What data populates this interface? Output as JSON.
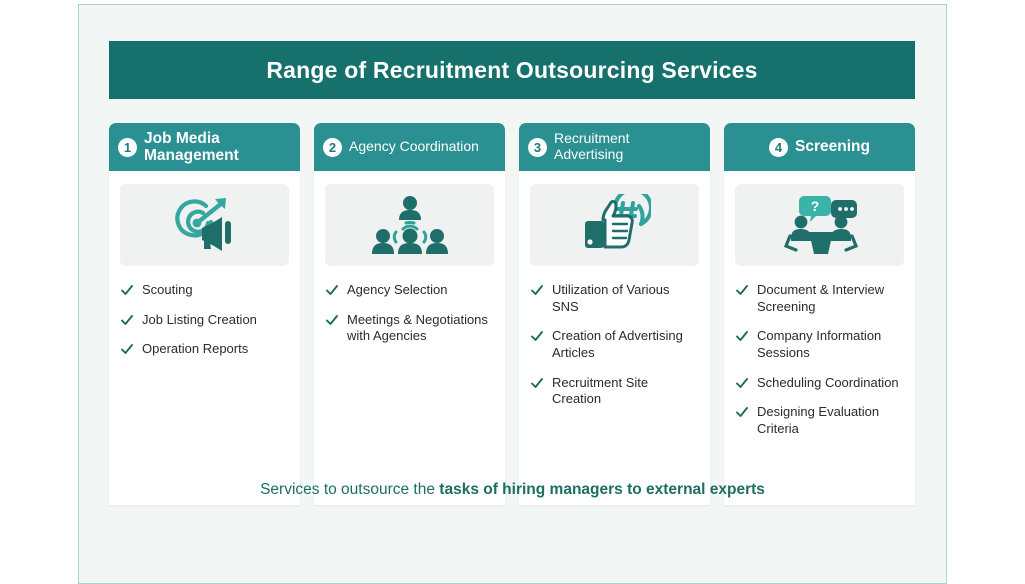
{
  "title": "Range of Recruitment Outsourcing Services",
  "colors": {
    "title_bar": "#16706B",
    "header": "#2A9091",
    "panel_bg": "#F2F7F6",
    "panel_border": "#A8D5D2",
    "check": "#1B6B5E",
    "footer_text": "#1D6E63",
    "icon_dark": "#1F6E69",
    "icon_light": "#34A8A0"
  },
  "columns": [
    {
      "number": "1",
      "title": "Job Media Management",
      "title_style": "bold",
      "icon": "target-megaphone-icon",
      "items": [
        "Scouting",
        "Job Listing Creation",
        "Operation Reports"
      ]
    },
    {
      "number": "2",
      "title": "Agency Coordination",
      "title_style": "thin",
      "icon": "people-network-icon",
      "items": [
        "Agency Selection",
        "Meetings & Negotiations with Agencies"
      ]
    },
    {
      "number": "3",
      "title": "Recruitment Advertising",
      "title_style": "thin",
      "icon": "thumbs-up-hashtag-icon",
      "items": [
        "Utilization of Various SNS",
        "Creation of Advertising Articles",
        "Recruitment Site Creation"
      ]
    },
    {
      "number": "4",
      "title": "Screening",
      "title_style": "bold",
      "icon": "interview-icon",
      "items": [
        "Document & Interview Screening",
        "Company Information Sessions",
        "Scheduling Coordination",
        "Designing Evaluation Criteria"
      ]
    }
  ],
  "footer": {
    "lead": "Services to outsource the ",
    "emphasis": "tasks of hiring managers to external experts"
  }
}
